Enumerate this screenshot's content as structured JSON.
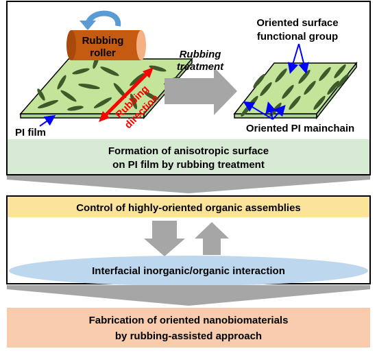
{
  "top_panel": {
    "roller_label_line1": "Rubbing",
    "roller_label_line2": "roller",
    "treatment_line1": "Rubbing",
    "treatment_line2": "treatment",
    "direction_line1": "Rubbing",
    "direction_line2": "direction",
    "pi_film_label": "PI film",
    "functional_group_line1": "Oriented surface",
    "functional_group_line2": "functional group",
    "mainchain_label": "Oriented PI mainchain",
    "caption_line1": "Formation of anisotropic surface",
    "caption_line2": "on PI film by rubbing treatment"
  },
  "middle_panel": {
    "banner_text": "Control of highly-oriented organic assemblies",
    "ellipse_text": "Interfacial inorganic/organic interaction"
  },
  "bottom_panel": {
    "line1": "Fabrication of oriented nanobiomaterials",
    "line2": "by rubbing-assisted approach"
  },
  "colors": {
    "film_green": "#c4e49a",
    "fiber_green": "#3d5a2a",
    "caption_green": "#d7ead3",
    "banner_yellow": "#fbe49a",
    "ellipse_blue": "#bdd7ee",
    "bottom_peach": "#f8cbad",
    "roller_orange": "#c55a11",
    "arrow_blue": "#0000ff",
    "rotate_arrow_blue": "#5b9bd5",
    "direction_red": "#ff0000",
    "big_arrow_gray": "#a6a6a6"
  }
}
